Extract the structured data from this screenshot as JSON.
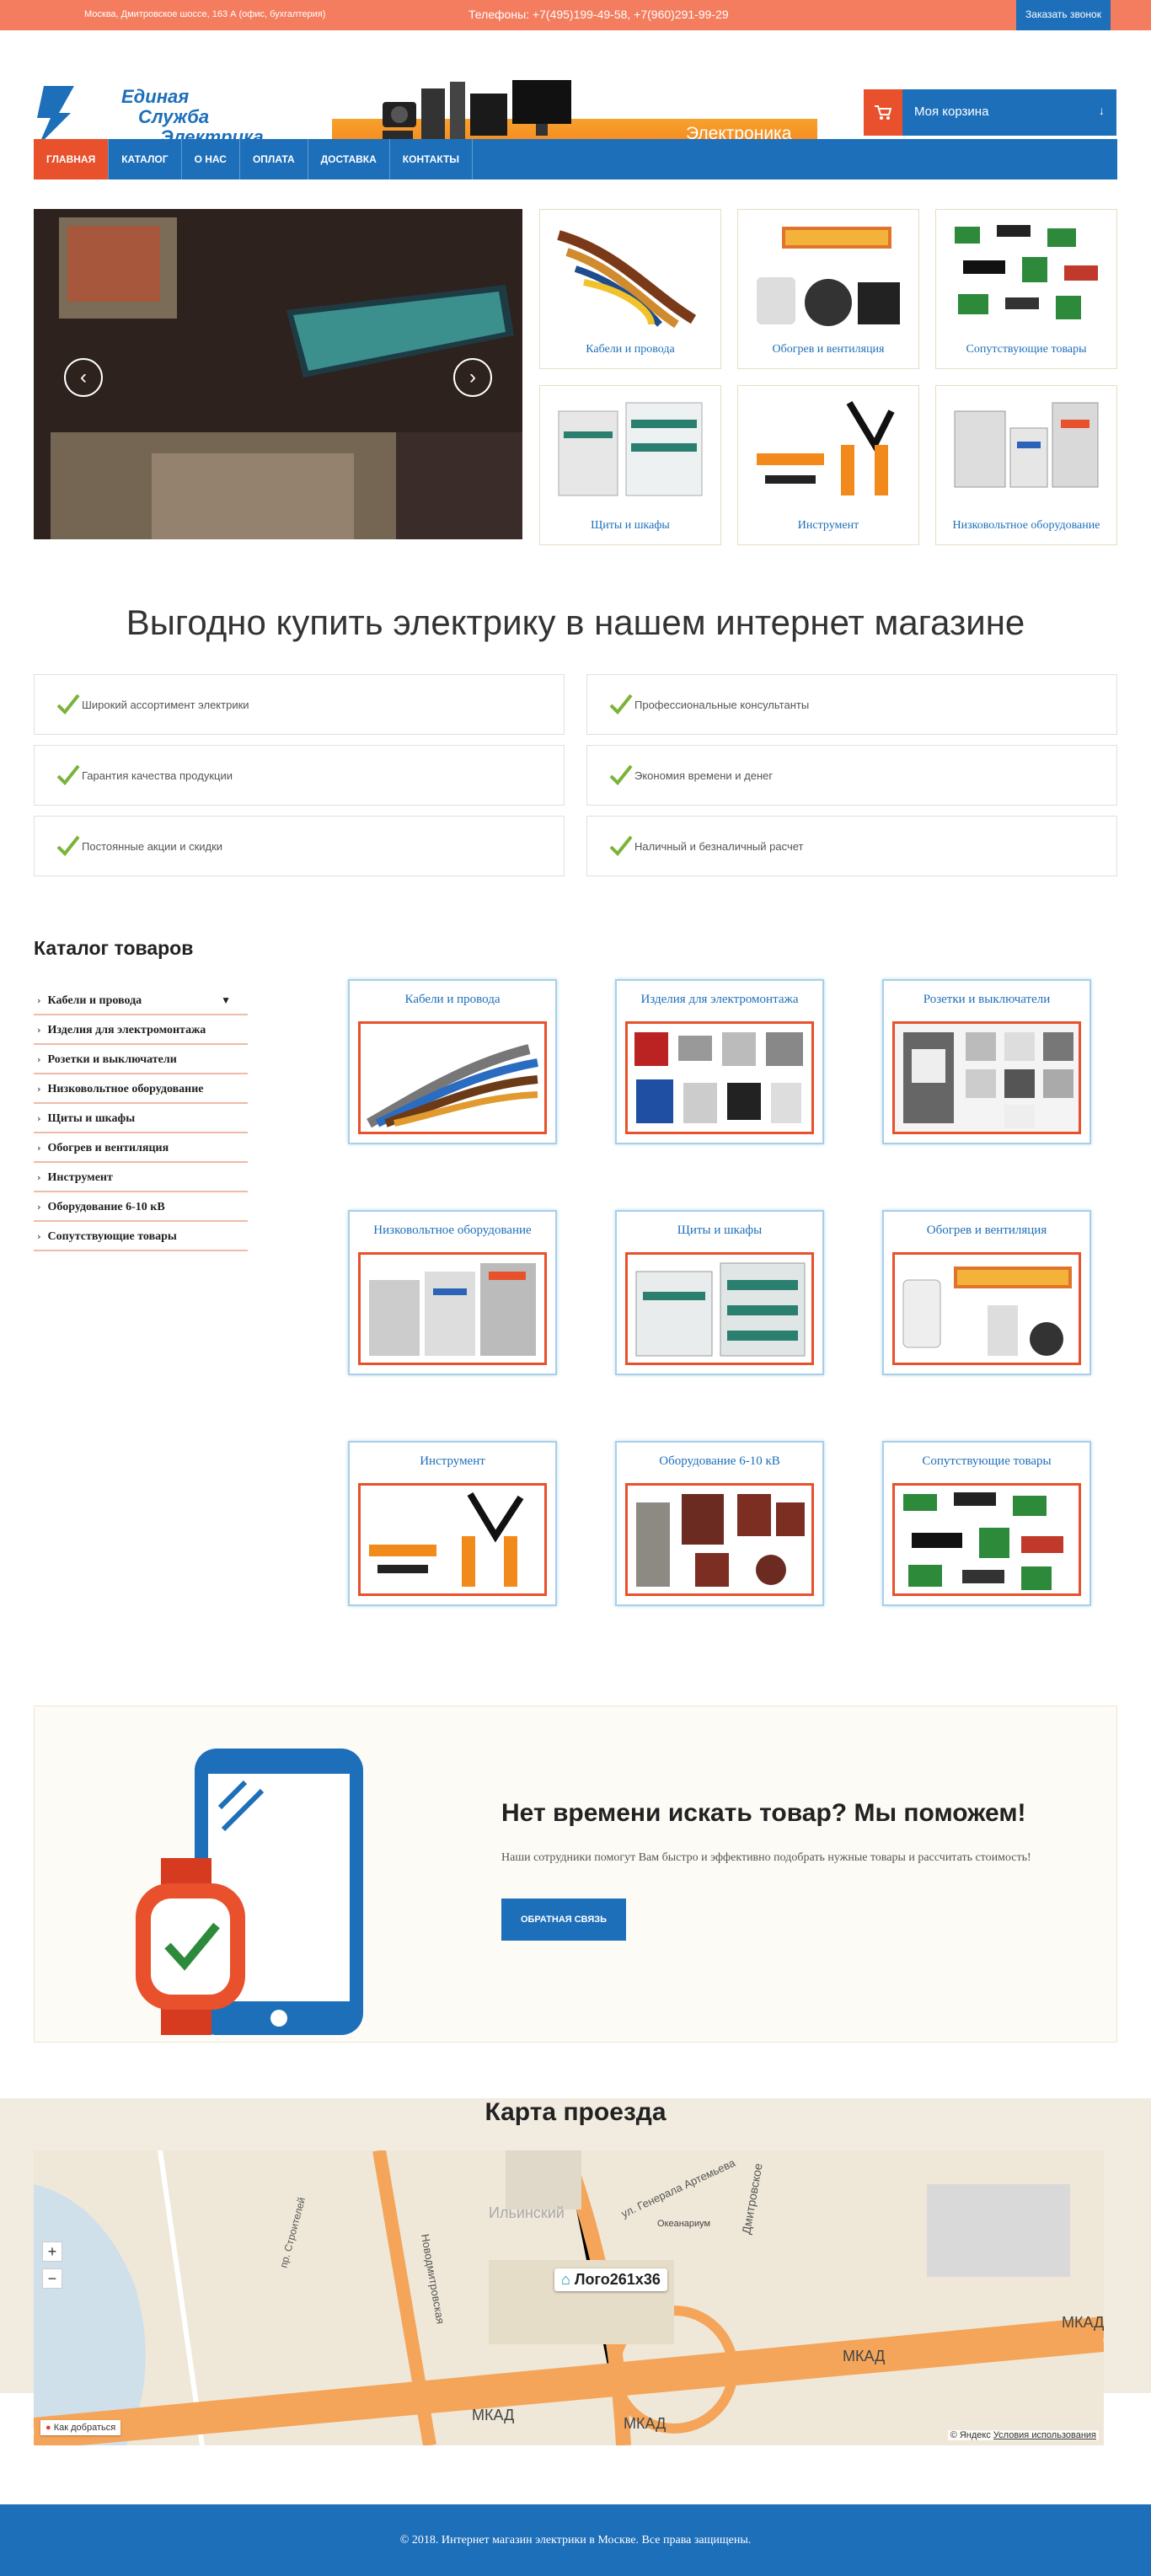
{
  "topbar": {
    "address": "Москва, Дмитровское шоссе, 163 А (офис, бухгалтерия)",
    "phones": "Телефоны: +7(495)199-49-58, +7(960)291-99-29",
    "callback": "Заказать звонок"
  },
  "logo": {
    "line1": "Единая",
    "line2": "Служба",
    "line3": "Электрика"
  },
  "banner": {
    "label": "Электроника"
  },
  "cart": {
    "label": "Моя корзина",
    "arrow": "↓"
  },
  "nav": [
    {
      "label": "ГЛАВНАЯ"
    },
    {
      "label": "КАТАЛОГ"
    },
    {
      "label": "О НАС"
    },
    {
      "label": "ОПЛАТА"
    },
    {
      "label": "ДОСТАВКА"
    },
    {
      "label": "КОНТАКТЫ"
    }
  ],
  "slider": {
    "prev": "‹",
    "next": "›"
  },
  "tiles": [
    {
      "label": "Кабели и провода"
    },
    {
      "label": "Обогрев и вентиляция"
    },
    {
      "label": "Сопутствующие товары"
    },
    {
      "label": "Щиты и шкафы"
    },
    {
      "label": "Инструмент"
    },
    {
      "label": "Низковольтное оборудование"
    }
  ],
  "headline": "Выгодно купить электрику в нашем интернет магазине",
  "features": [
    {
      "text": "Широкий ассортимент электрики"
    },
    {
      "text": "Профессиональные консультанты"
    },
    {
      "text": "Гарантия качества продукции"
    },
    {
      "text": "Экономия времени и денег"
    },
    {
      "text": "Постоянные акции и скидки"
    },
    {
      "text": "Наличный и безналичный расчет"
    }
  ],
  "catalog": {
    "title": "Каталог товаров",
    "items": [
      {
        "label": "Кабели и провода"
      },
      {
        "label": "Изделия для электромонтажа"
      },
      {
        "label": "Розетки и выключатели"
      },
      {
        "label": "Низковольтное оборудование"
      },
      {
        "label": "Щиты и шкафы"
      },
      {
        "label": "Обогрев и вентиляция"
      },
      {
        "label": "Инструмент"
      },
      {
        "label": "Оборудование 6-10 кВ"
      },
      {
        "label": "Сопутствующие товары"
      }
    ]
  },
  "cards": [
    {
      "title": "Кабели и провода"
    },
    {
      "title": "Изделия для электромонтажа"
    },
    {
      "title": "Розетки и выключатели"
    },
    {
      "title": "Низковольтное оборудование"
    },
    {
      "title": "Щиты и шкафы"
    },
    {
      "title": "Обогрев и вентиляция"
    },
    {
      "title": "Инструмент"
    },
    {
      "title": "Оборудование 6-10 кВ"
    },
    {
      "title": "Сопутствующие товары"
    }
  ],
  "help": {
    "heading": "Нет времени искать товар? Мы поможем!",
    "text": "Наши сотрудники помогут Вам быстро и эффективно подобрать нужные товары и рассчитать стоимость!",
    "button": "ОБРАТНАЯ СВЯЗЬ"
  },
  "map": {
    "title": "Карта проезда",
    "zoom_in": "+",
    "zoom_out": "−",
    "marker": "Лого261х36",
    "route": "Как добраться",
    "copyright": "© Яндекс",
    "terms": "Условия использования",
    "labels": {
      "mkad1": "МКАД",
      "mkad2": "МКАД",
      "mkad3": "МКАД",
      "mkad4": "МКАД",
      "dmitrov": "Дмитровское",
      "novodmitr": "Новодмитровская",
      "artem": "ул. Генерала Артемьева",
      "strog": "пр. Строителей",
      "ilyinsky": "Ильинский",
      "okeanarium": "Океанариум"
    }
  },
  "footer": {
    "text": "© 2018. Интернет магазин электрики в Москве. Все права защищены."
  },
  "colors": {
    "accent": "#e8512c",
    "brand": "#1d6fba",
    "topbar": "#f47d5f"
  }
}
